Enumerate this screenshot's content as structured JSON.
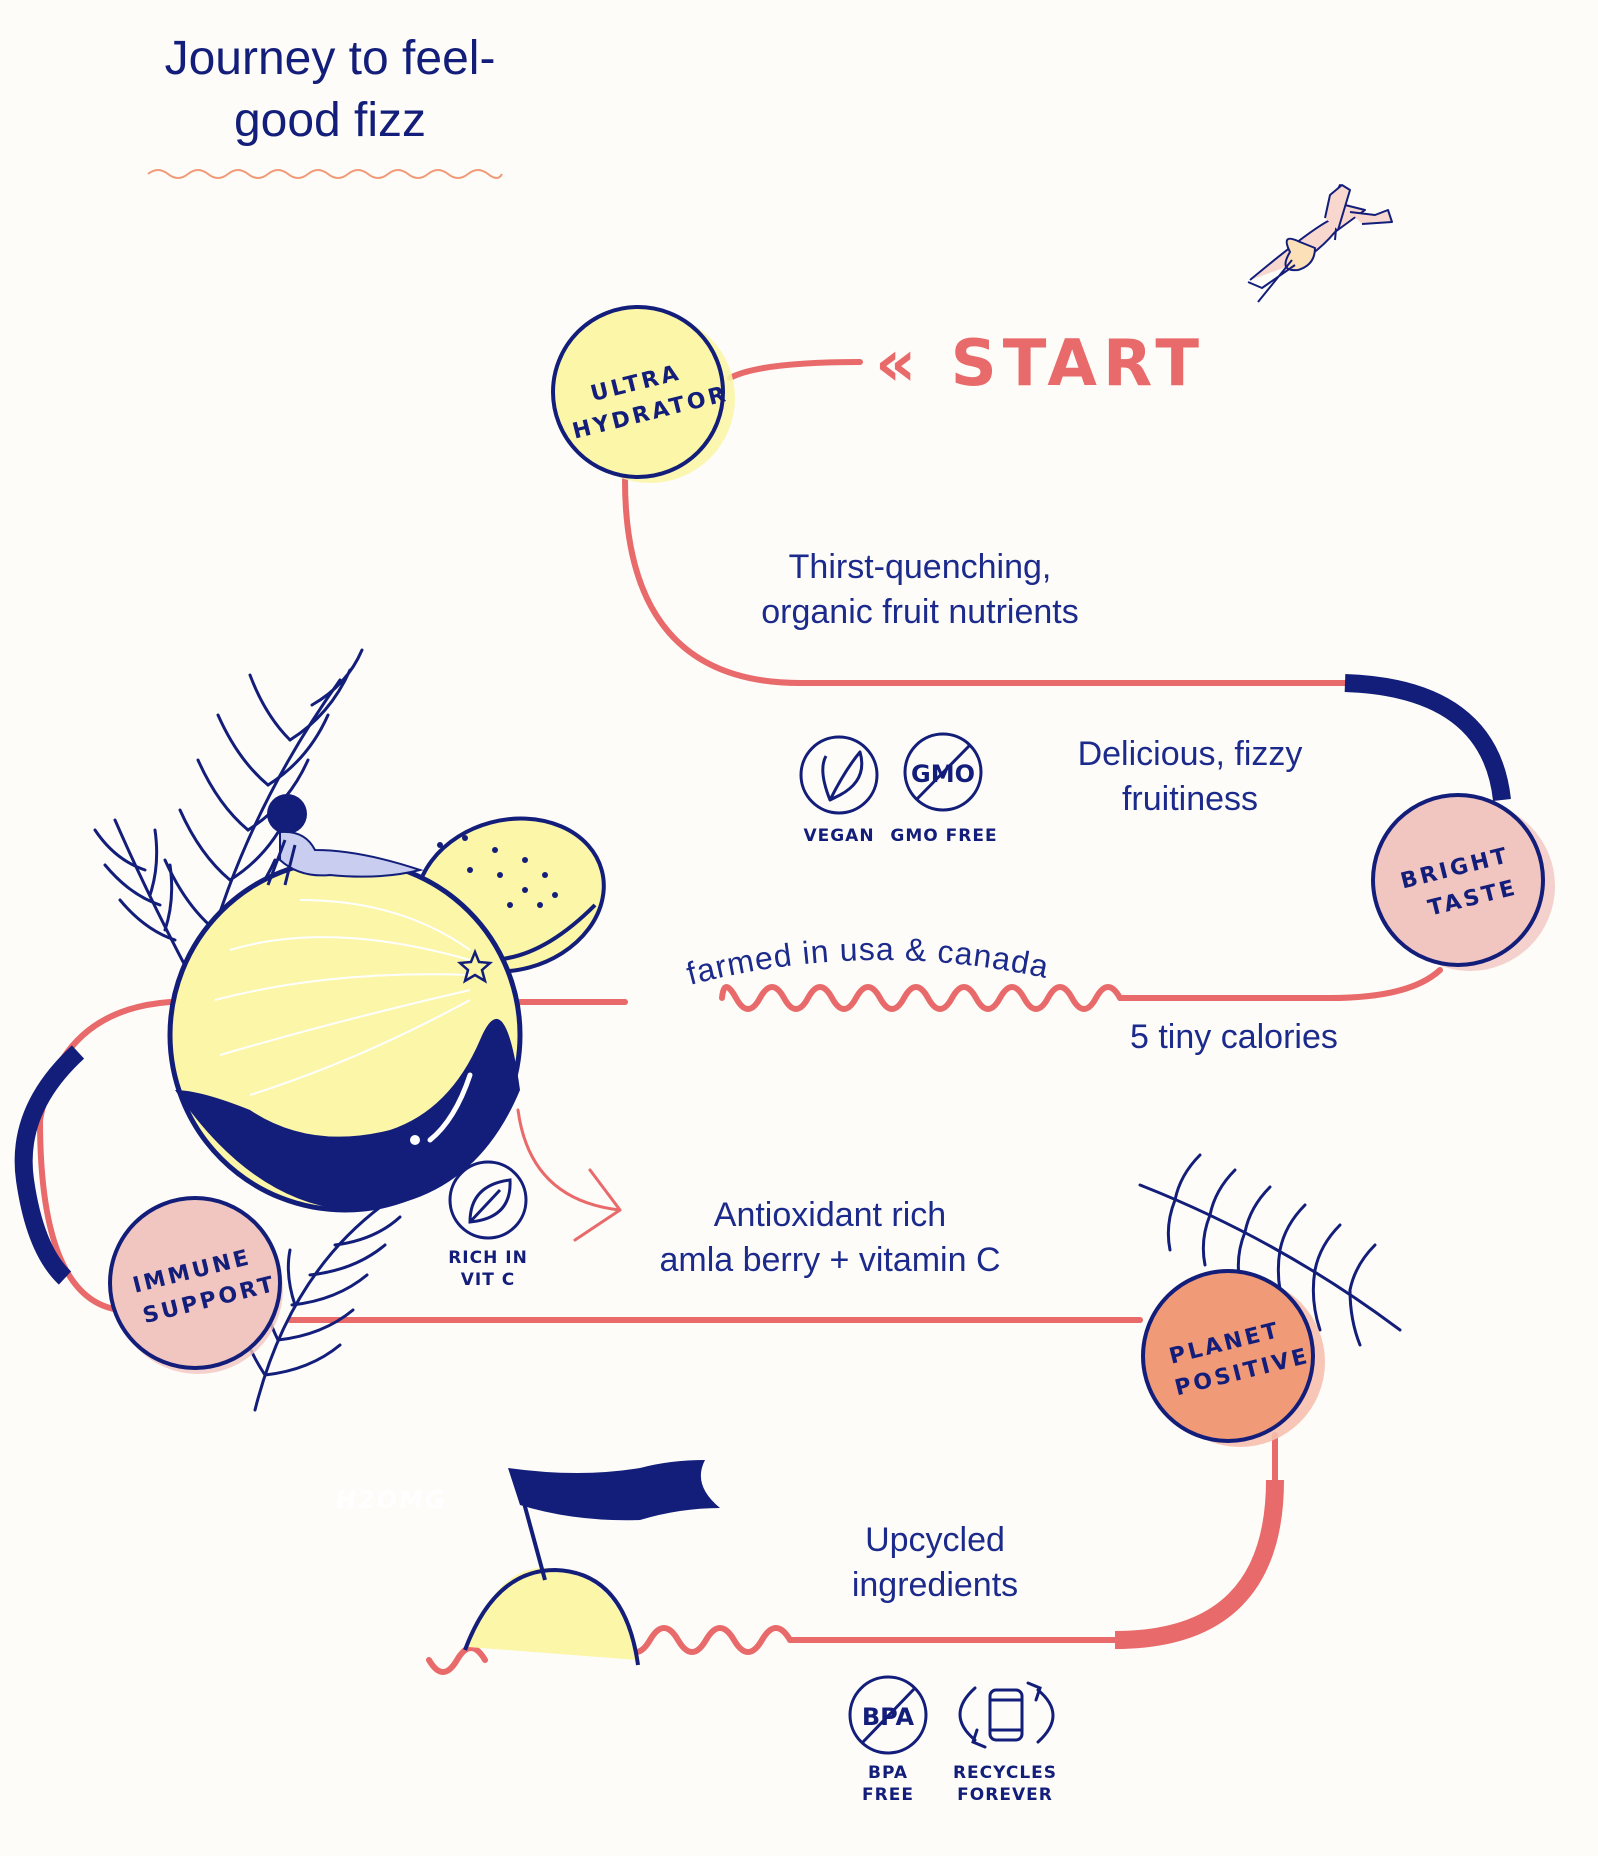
{
  "title_lines": [
    "Journey to feel-",
    "good fizz"
  ],
  "start_label": "« START",
  "milestones": {
    "ultra_hydrator": [
      "ULTRA",
      "HYDRATOR"
    ],
    "bright_taste": [
      "BRIGHT",
      "TASTE"
    ],
    "immune_support": [
      "IMMUNE",
      "SUPPORT"
    ],
    "planet_positive": [
      "PLANET",
      "POSITIVE"
    ]
  },
  "captions": {
    "thirst": [
      "Thirst-quenching,",
      "organic fruit nutrients"
    ],
    "delicious": [
      "Delicious, fizzy",
      "fruitiness"
    ],
    "farmed": "farmed in usa & canada",
    "calories": "5 tiny calories",
    "antioxidant": [
      "Antioxidant rich",
      "amla berry + vitamin C"
    ],
    "upcycled": [
      "Upcycled",
      "ingredients"
    ]
  },
  "badges": {
    "vegan": "VEGAN",
    "gmo_free": "GMO FREE",
    "gmo_mark": "GMO",
    "vitc": [
      "RICH IN",
      "VIT C"
    ],
    "bpa_mark": "BPA",
    "bpa_free": [
      "BPA",
      "FREE"
    ],
    "recycles": [
      "RECYCLES",
      "FOREVER"
    ]
  },
  "flag_label": "H2OMG",
  "colors": {
    "navy": "#131e7a",
    "coral": "#e86a6a",
    "yellow": "#fbf6a8",
    "pink": "#f1c6c0",
    "salmon": "#f09a78",
    "background": "#fdfcf8"
  },
  "icons": [
    "leaf-icon",
    "no-gmo-icon",
    "vitamin-leaf-icon",
    "no-bpa-icon",
    "recycle-can-icon",
    "flag-icon",
    "fern-icon",
    "diver-icon",
    "arrow-icon"
  ]
}
